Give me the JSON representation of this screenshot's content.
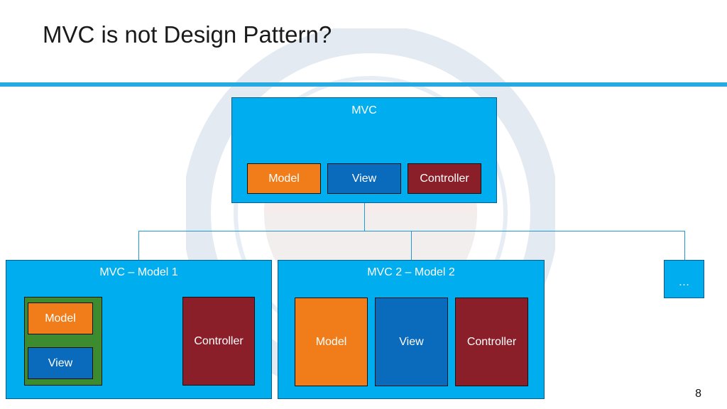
{
  "title": "MVC is not Design Pattern?",
  "page_number": "8",
  "diagram": {
    "top": {
      "label": "MVC",
      "model": "Model",
      "view": "View",
      "controller": "Controller"
    },
    "model1": {
      "label": "MVC – Model 1",
      "model": "Model",
      "view": "View",
      "controller": "Controller"
    },
    "model2": {
      "label": "MVC 2 – Model 2",
      "model": "Model",
      "view": "View",
      "controller": "Controller"
    },
    "more": {
      "label": "…"
    }
  },
  "colors": {
    "container": "#00aeef",
    "model": "#f07d1a",
    "view": "#0a6bbd",
    "controller": "#8a1f2a",
    "model_view_group": "#3d8b2f",
    "title_rule": "#27a9e1"
  }
}
